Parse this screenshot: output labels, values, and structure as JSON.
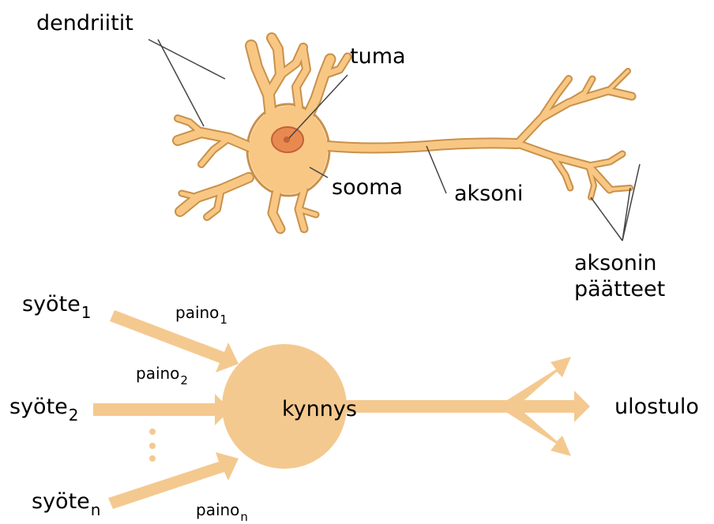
{
  "colors": {
    "neuron_fill": "#f9c784",
    "neuron_outline": "#c8914a",
    "nucleus_fill": "#e88a50",
    "nucleus_outline": "#c0623a",
    "arrow": "#f4c98f",
    "leader_line": "#444444"
  },
  "neuron": {
    "dendrites_label": "dendriitit",
    "nucleus_label": "tuma",
    "soma_label": "sooma",
    "axon_label": "aksoni",
    "terminals_label_line1": "aksonin",
    "terminals_label_line2": "päätteet"
  },
  "model": {
    "input_label": "syöte",
    "weight_label": "paino",
    "input_1_sub": "1",
    "input_2_sub": "2",
    "input_n_sub": "n",
    "weight_1_sub": "1",
    "weight_2_sub": "2",
    "weight_n_sub": "n",
    "threshold_label": "kynnys",
    "output_label": "ulostulo"
  }
}
